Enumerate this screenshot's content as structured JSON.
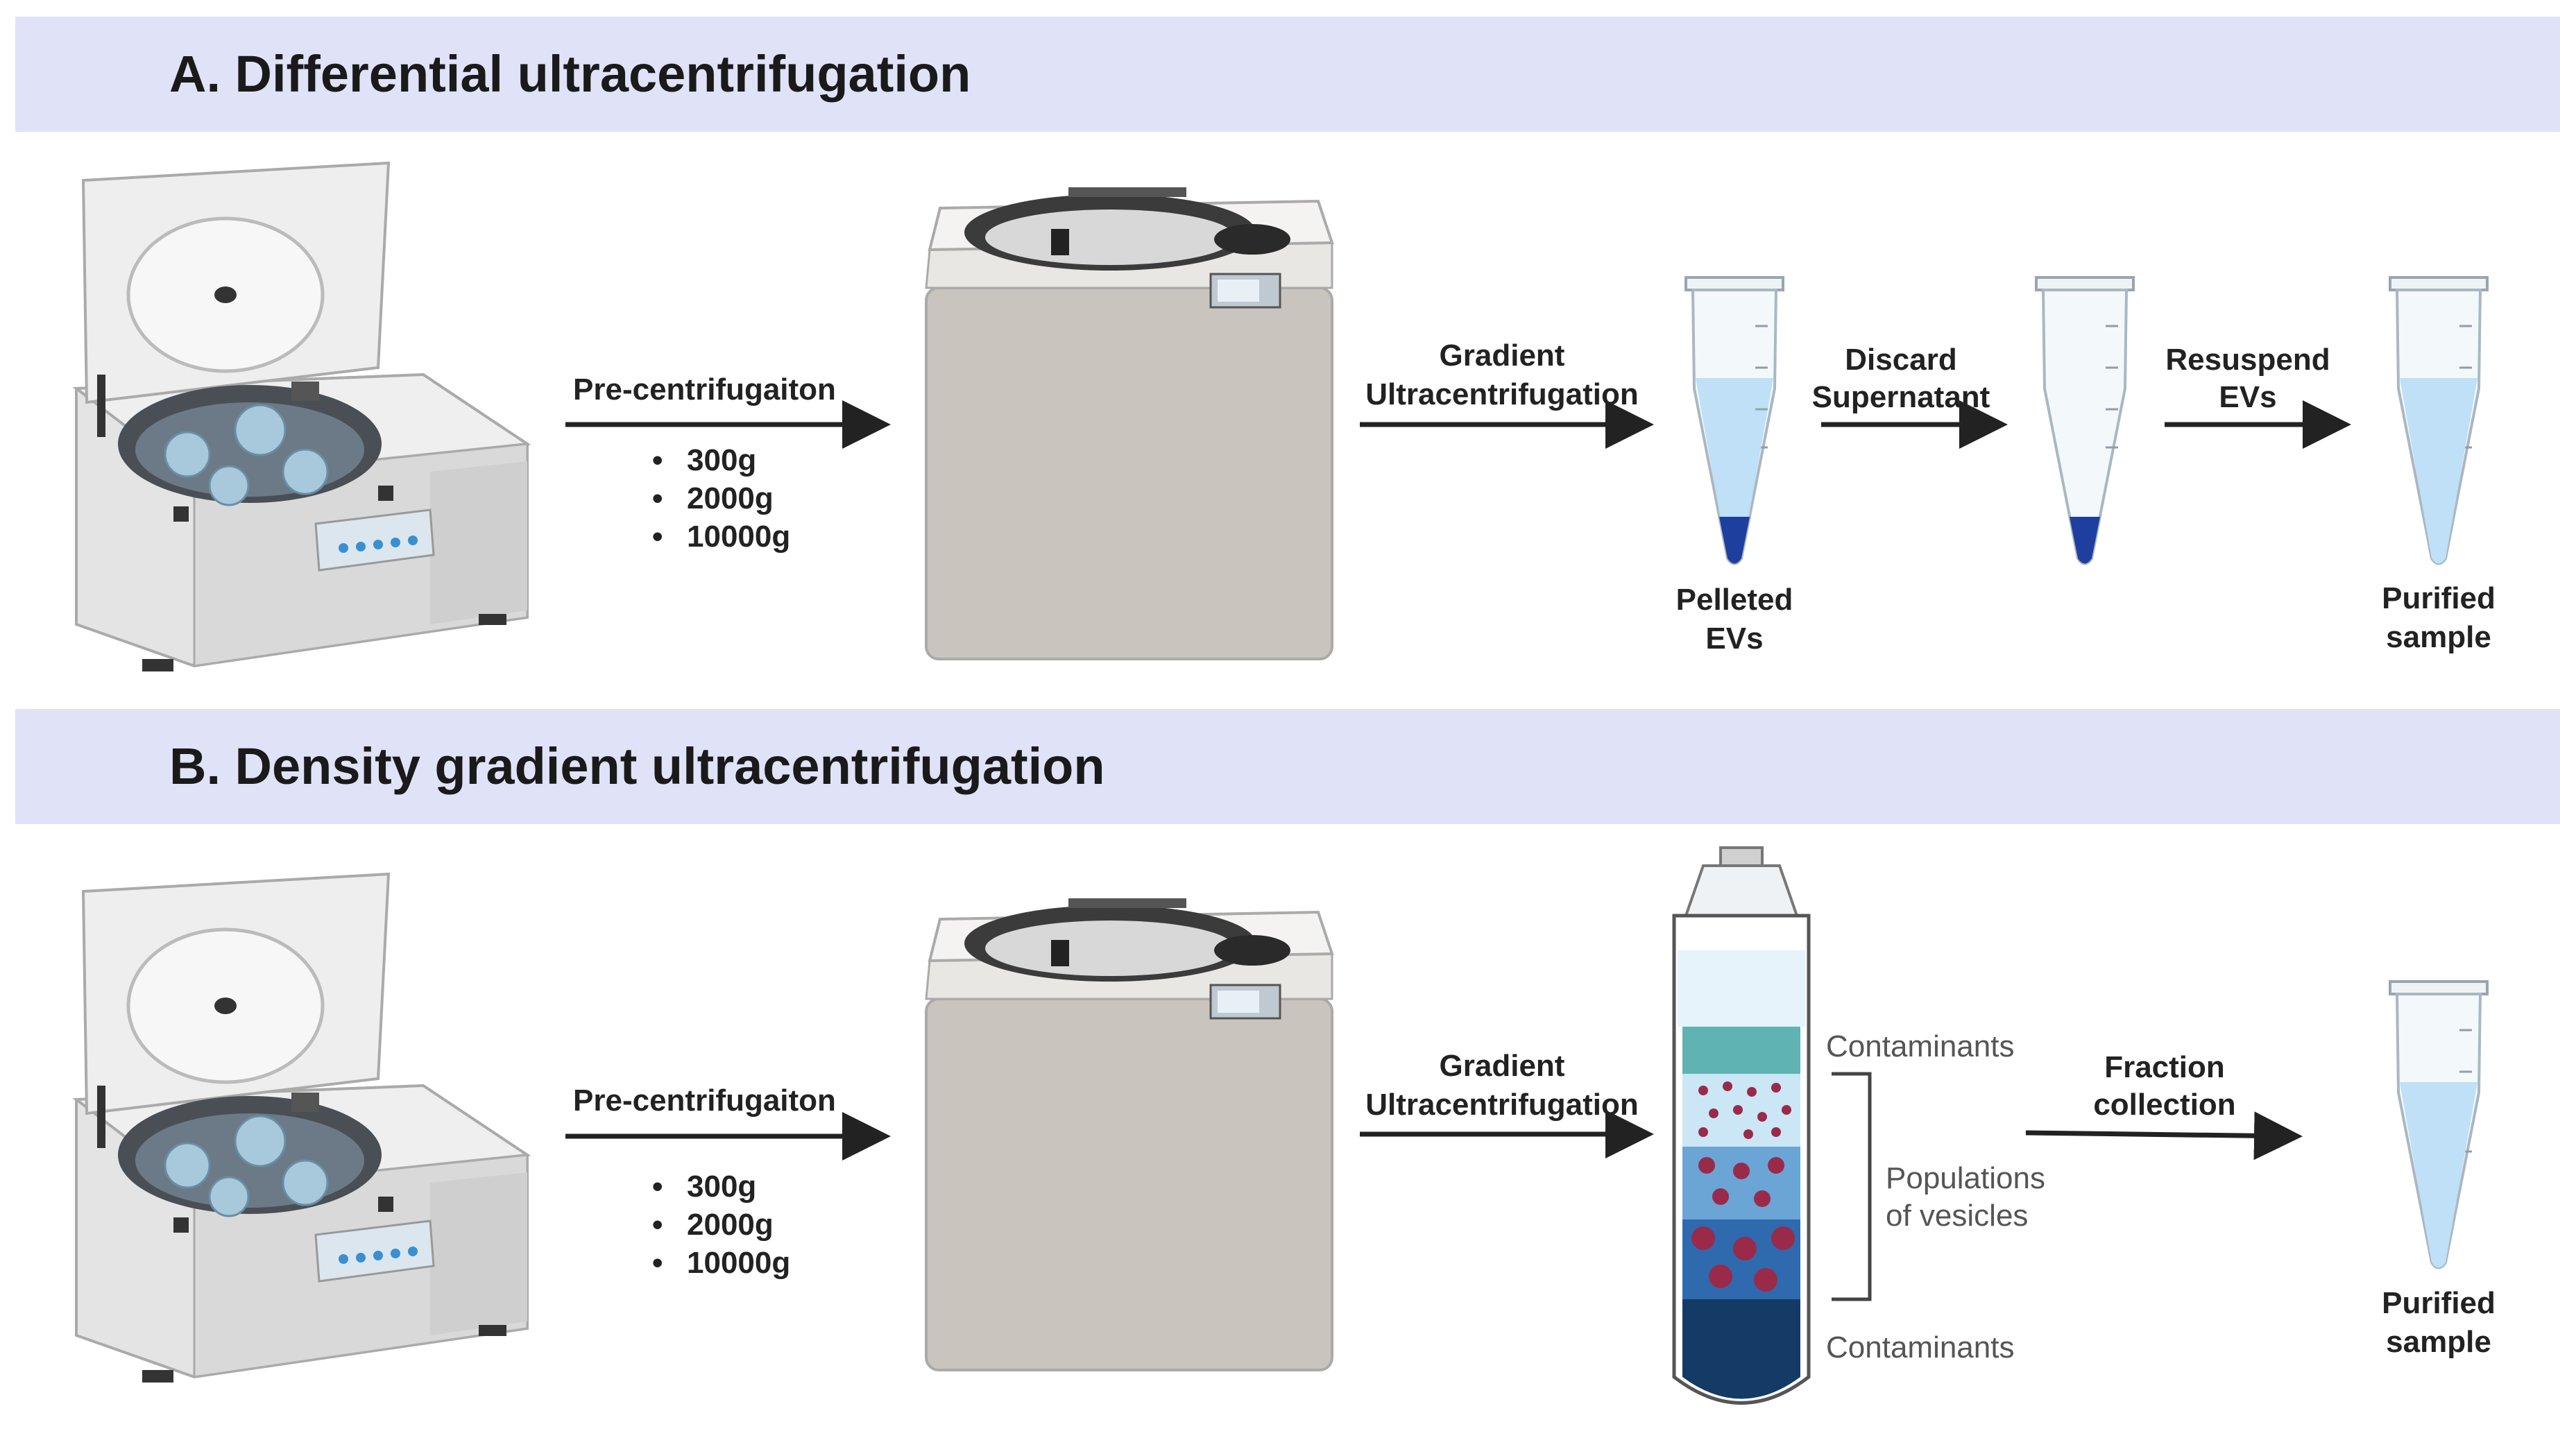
{
  "panel_a": {
    "title": "A. Differential ultracentrifugation",
    "pre_label": "Pre-centrifugaiton",
    "speeds": [
      "300g",
      "2000g",
      "10000g"
    ],
    "gradient_label_1": "Gradient",
    "gradient_label_2": "Ultracentrifugation",
    "discard_label_1": "Discard",
    "discard_label_2": "Supernatant",
    "resuspend_label_1": "Resuspend",
    "resuspend_label_2": "EVs",
    "pelleted_label_1": "Pelleted",
    "pelleted_label_2": "EVs",
    "purified_label_1": "Purified",
    "purified_label_2": "sample"
  },
  "panel_b": {
    "title": "B. Density gradient ultracentrifugation",
    "pre_label": "Pre-centrifugaiton",
    "speeds": [
      "300g",
      "2000g",
      "10000g"
    ],
    "gradient_label_1": "Gradient",
    "gradient_label_2": "Ultracentrifugation",
    "contaminants_top": "Contaminants",
    "populations_1": "Populations",
    "populations_2": "of vesicles",
    "contaminants_bottom": "Contaminants",
    "fraction_label_1": "Fraction",
    "fraction_label_2": "collection",
    "purified_label_1": "Purified",
    "purified_label_2": "sample"
  },
  "colors": {
    "banner": "#e0e2f8",
    "liquid": "#bfe0f7",
    "pellet": "#1f3f9e",
    "contaminant_band": "#5fb3b3",
    "vesicle": "#9a2a4a",
    "bottom_band": "#143a66"
  }
}
